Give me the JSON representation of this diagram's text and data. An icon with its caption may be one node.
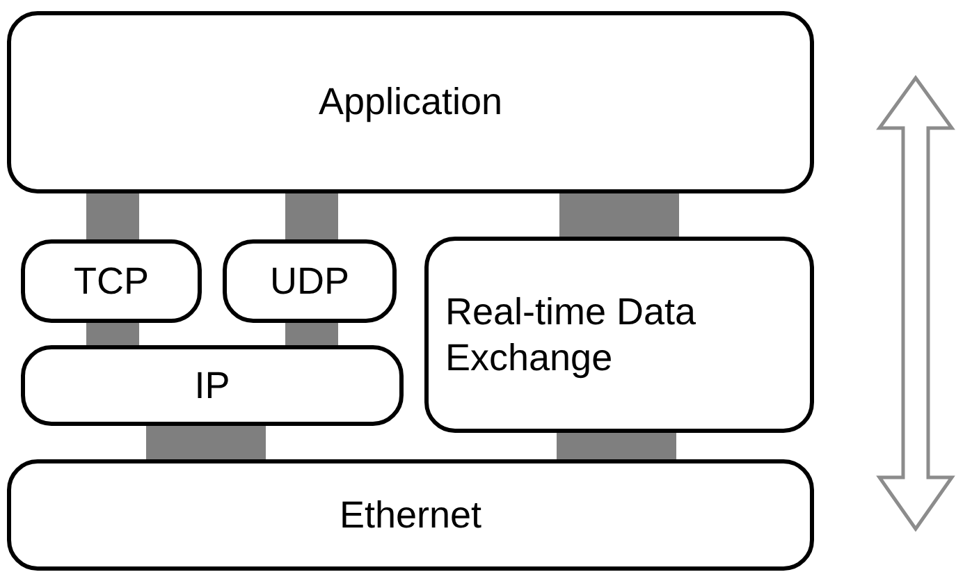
{
  "diagram": {
    "nodes": [
      {
        "text": [
          "Application"
        ]
      },
      {
        "text": [
          "TCP"
        ]
      },
      {
        "text": [
          "UDP"
        ]
      },
      {
        "text": [
          "Real-time Data Exchange"
        ]
      },
      {
        "text": [
          "IP"
        ]
      },
      {
        "text": [
          "Ethernet"
        ]
      }
    ],
    "edges": [
      {
        "from": 0,
        "to": 1,
        "arrow": "none"
      },
      {
        "from": 0,
        "to": 2,
        "arrow": "none"
      },
      {
        "from": 0,
        "to": 3,
        "arrow": "none",
        "style": "thick"
      },
      {
        "from": 1,
        "to": 4,
        "arrow": "none"
      },
      {
        "from": 2,
        "to": 4,
        "arrow": "none"
      },
      {
        "from": 4,
        "to": 5,
        "arrow": "none",
        "style": "thick"
      },
      {
        "from": 3,
        "to": 5,
        "arrow": "none",
        "style": "thick"
      }
    ]
  }
}
